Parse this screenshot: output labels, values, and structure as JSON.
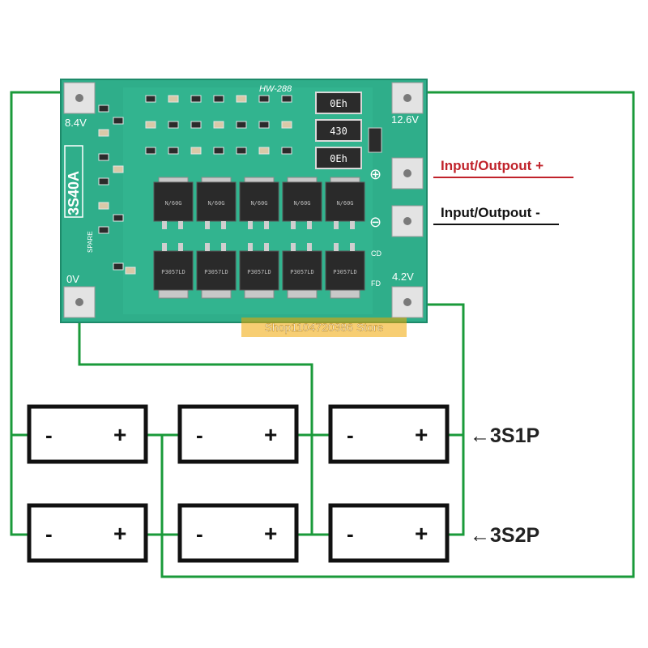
{
  "board": {
    "model": "HW-288",
    "rating": "3S40A",
    "label_8v4": "8.4V",
    "label_12v6": "12.6V",
    "label_0v": "0V",
    "label_4v2": "4.2V",
    "spare": "SPARE",
    "cd": "CD",
    "fd": "FD",
    "resistors": [
      "0Eh",
      "430",
      "0Eh"
    ],
    "plus_symbol": "⊕",
    "minus_symbol": "⊖",
    "mosfet_codes_top": [
      "N/60G",
      "N/60G",
      "N/60G",
      "N/60G",
      "N/60G"
    ],
    "mosfet_codes_bottom": [
      "P3057LD",
      "P3057LD",
      "P3057LD",
      "P3057LD",
      "P3057LD"
    ]
  },
  "labels": {
    "io_plus": "Input/Outpout +",
    "io_minus": "Input/Outpout -",
    "config_1": "←3S1P",
    "config_2": "←3S2P"
  },
  "watermark": "Shop1104720386 Store",
  "cells": {
    "minus": "-",
    "plus": "+"
  },
  "colors": {
    "wire": "#1a9a3a",
    "pcb": "#2fae8a",
    "pcb_dark": "#1e8a6a",
    "io_plus_text": "#c0222a",
    "io_plus_underline": "#c0222a",
    "io_minus_underline": "#111111",
    "cell_border": "#111111",
    "watermark_bg": "#f0a500"
  }
}
